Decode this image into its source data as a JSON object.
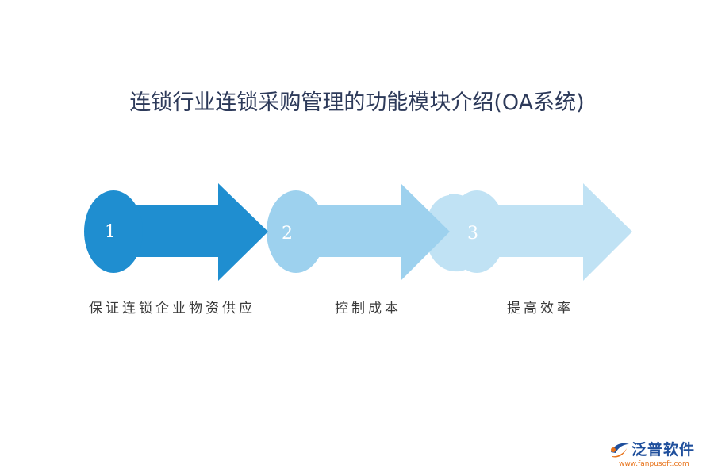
{
  "title": "连锁行业连锁采购管理的功能模块介绍(OA系统)",
  "steps": [
    {
      "number": "1",
      "label": "保证连锁企业物资供应",
      "color": "#1f8ed0"
    },
    {
      "number": "2",
      "label": "控制成本",
      "color": "#9dd1ee"
    },
    {
      "number": "3",
      "label": "提高效率",
      "color": "#c0e2f4"
    }
  ],
  "logo": {
    "name": "泛普软件",
    "url": "www.fanpusoft.com",
    "colors": {
      "text": "#1f4f9c",
      "url": "#e8731a",
      "accent": "#e8731a"
    }
  }
}
